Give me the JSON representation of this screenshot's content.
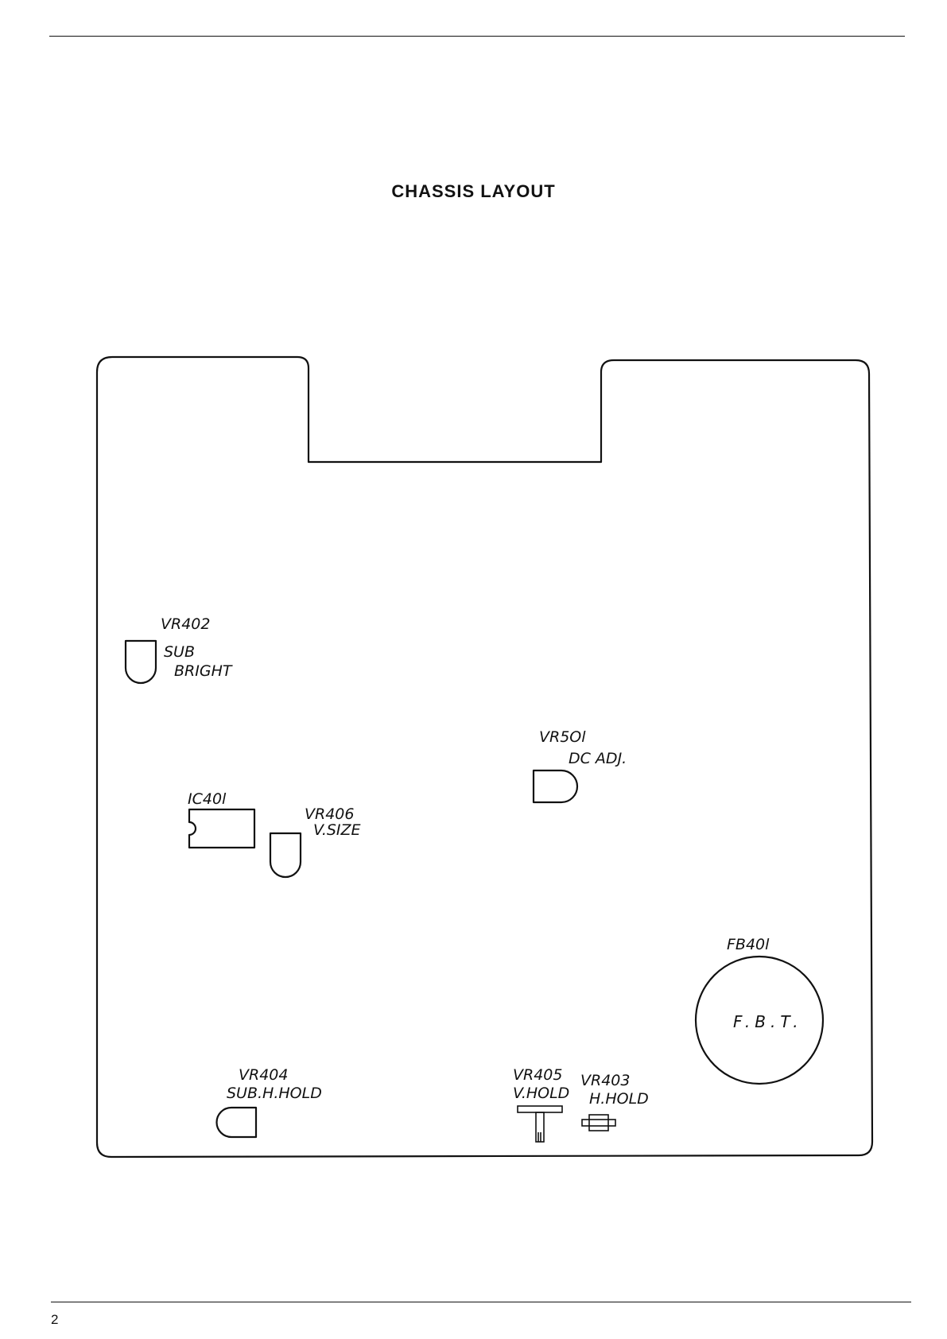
{
  "title": "CHASSIS LAYOUT",
  "page_number": "2",
  "components": {
    "vr402": {
      "ref": "VR402",
      "line1": "SUB",
      "line2": "BRIGHT"
    },
    "vr501": {
      "ref": "VR5Ol",
      "desc": "DC ADJ."
    },
    "ic401": {
      "ref": "IC40l"
    },
    "vr406": {
      "ref": "VR406",
      "desc": "V.SIZE"
    },
    "fb401": {
      "ref": "FB40l",
      "desc": "F.B.T."
    },
    "vr404": {
      "ref": "VR404",
      "desc": "SUB.H.HOLD"
    },
    "vr405": {
      "ref": "VR405",
      "desc": "V.HOLD"
    },
    "vr403": {
      "ref": "VR403",
      "desc": "H.HOLD"
    }
  }
}
